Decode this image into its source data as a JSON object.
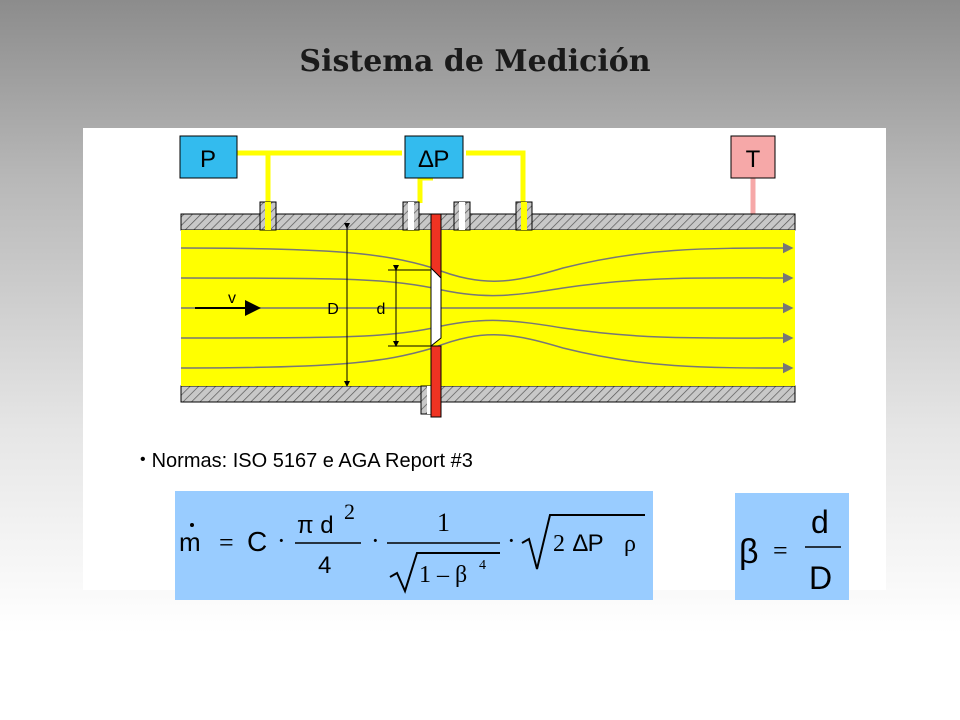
{
  "title": "Sistema de Medición",
  "diagram": {
    "instruments": {
      "pressure": "P",
      "differential_pressure": "∆P",
      "temperature": "T"
    },
    "labels": {
      "velocity": "v",
      "pipe_diameter": "D",
      "orifice_diameter": "d"
    },
    "colors": {
      "instrument_box": "#33bbee",
      "temperature_box": "#f6a8a8",
      "fluid": "#ffff00",
      "orifice_plate": "#ee3322",
      "pipe_wall": "#c0c0c0"
    }
  },
  "bullet": "Normas: ISO 5167 e AGA Report #3",
  "mass_flow_formula": {
    "lhs": "m",
    "equals": "=",
    "coefficient": "C",
    "dot": "·",
    "pi_d": "π d",
    "exponent_2": "2",
    "denominator_4": "4",
    "one": "1",
    "root_expr": "1 – β",
    "exponent_4": "4",
    "two": "2",
    "delta_p": "∆P",
    "rho": "ρ"
  },
  "beta_formula": {
    "beta": "β",
    "equals": "=",
    "numerator": "d",
    "denominator": "D"
  },
  "formula_box_color": "#99ccff"
}
